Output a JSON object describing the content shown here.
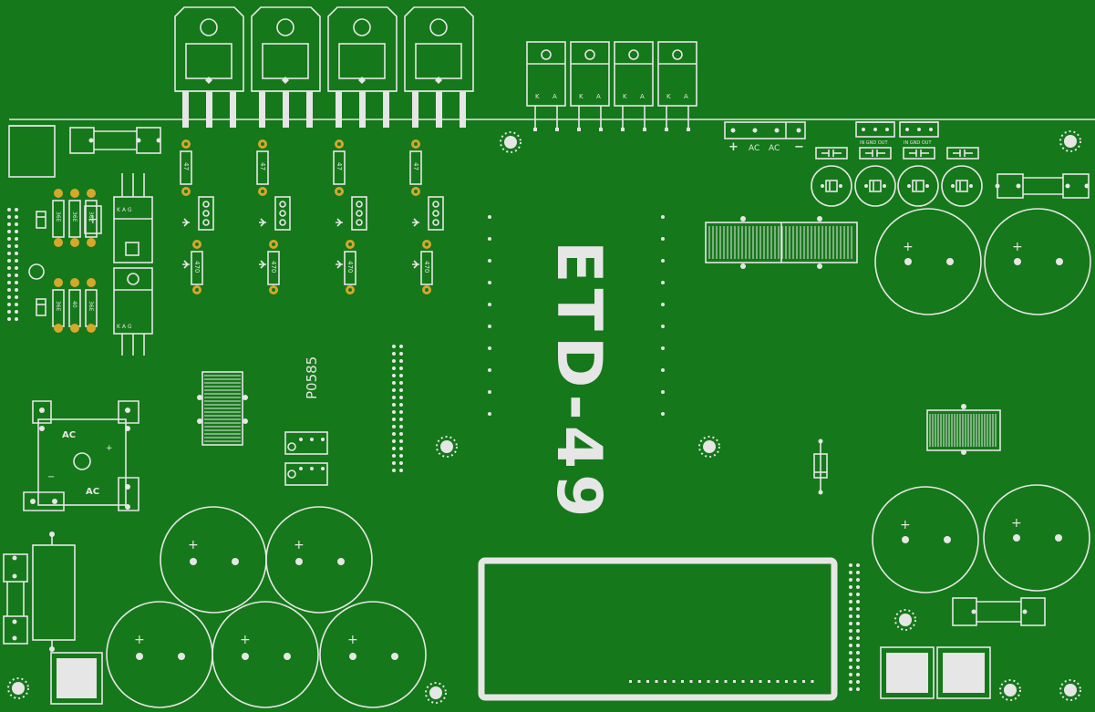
{
  "board": {
    "title": "ETD-49",
    "part_code": "P0585",
    "background_color": "#15781a",
    "silk_color": "#e6e6e6",
    "pad_gold_color": "#d6a72a"
  },
  "labels": {
    "terminal_plus": "+",
    "terminal_ac1": "AC",
    "terminal_ac2": "AC",
    "terminal_minus": "−",
    "bridge_ac_top": "AC",
    "bridge_ac_bottom": "AC",
    "bridge_plus": "+",
    "bridge_minus": "−",
    "reg_pins": "IN GND OUT",
    "diode_pins_k": "K",
    "diode_pins_a": "A",
    "triac_pins_top": "K A G",
    "triac_pins_bottom": "K A G",
    "res_47": "47",
    "res_470": "470",
    "res_36e": "36E",
    "res_40": "40",
    "cap_plus": "+"
  }
}
